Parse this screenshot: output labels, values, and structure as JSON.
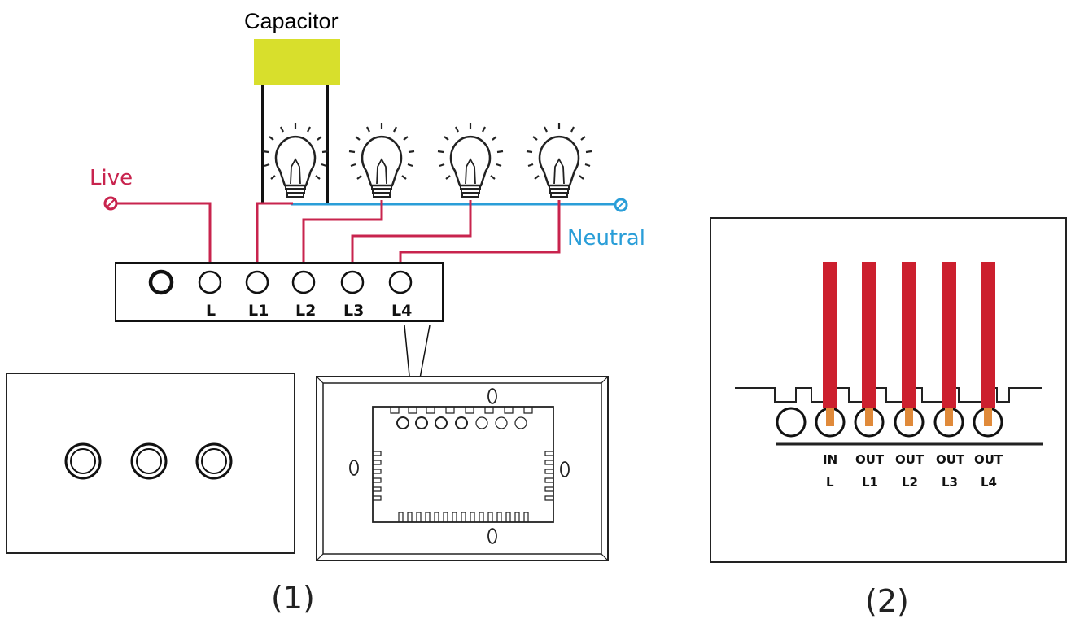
{
  "capacitor_label": "Capacitor",
  "live_label": "Live",
  "neutral_label": "Neutral",
  "terminal_labels": [
    "L",
    "L1",
    "L2",
    "L3",
    "L4"
  ],
  "figure_1_label": "(1)",
  "figure_2_label": "(2)",
  "detail": {
    "io_labels": [
      "IN",
      "OUT",
      "OUT",
      "OUT",
      "OUT"
    ],
    "terminal_labels": [
      "L",
      "L1",
      "L2",
      "L3",
      "L4"
    ]
  },
  "colors": {
    "live": "#c8244e",
    "neutral": "#2a9ed8",
    "capacitor": "#d8df2c",
    "wire_red": "#cc1f2e"
  }
}
